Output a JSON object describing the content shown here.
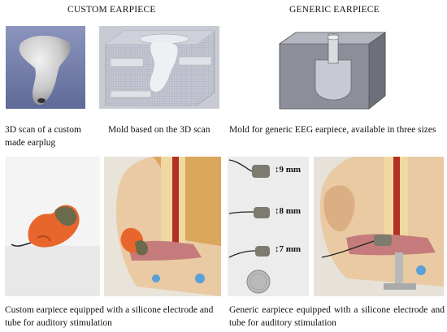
{
  "headers": {
    "custom": "CUSTOM EARPIECE",
    "generic": "GENERIC EARPIECE"
  },
  "captions": {
    "scan": "3D scan of a custom made earplug",
    "mold": "Mold based on the 3D scan",
    "generic_mold": "Mold for generic EEG earpiece, available in three sizes",
    "custom_equipped": "Custom earpiece equipped with a silicone electrode and tube for auditory stimulation",
    "generic_equipped": "Generic earpiece equipped with a silicone electrode and tube for auditory stimulation"
  },
  "sizes": [
    "9 mm",
    "8 mm",
    "7 mm"
  ]
}
